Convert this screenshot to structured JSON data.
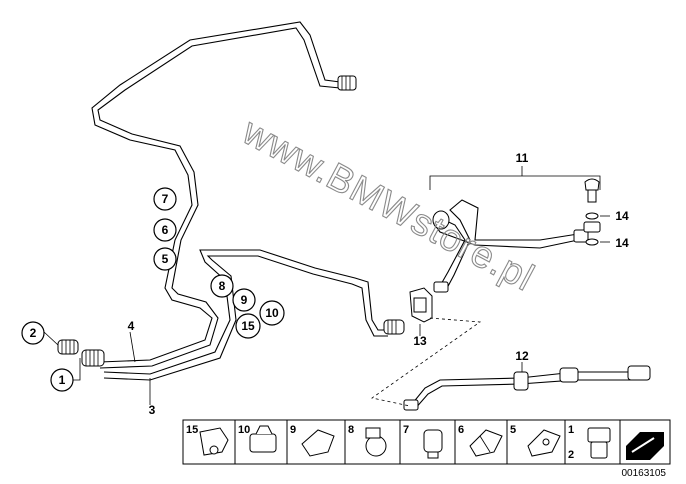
{
  "callouts": {
    "c1": "1",
    "c2": "2",
    "c3": "3",
    "c4": "4",
    "c5": "5",
    "c6": "6",
    "c7": "7",
    "c8": "8",
    "c9": "9",
    "c10": "10",
    "c11": "11",
    "c12": "12",
    "c13": "13",
    "c14a": "14",
    "c14b": "14",
    "c15": "15"
  },
  "watermark": "www.BMWstore.pl",
  "legend": {
    "cells": [
      "15",
      "10",
      "9",
      "8",
      "7",
      "6",
      "5",
      "1"
    ],
    "cell_last_second": "2"
  },
  "reference_number": "00163105"
}
